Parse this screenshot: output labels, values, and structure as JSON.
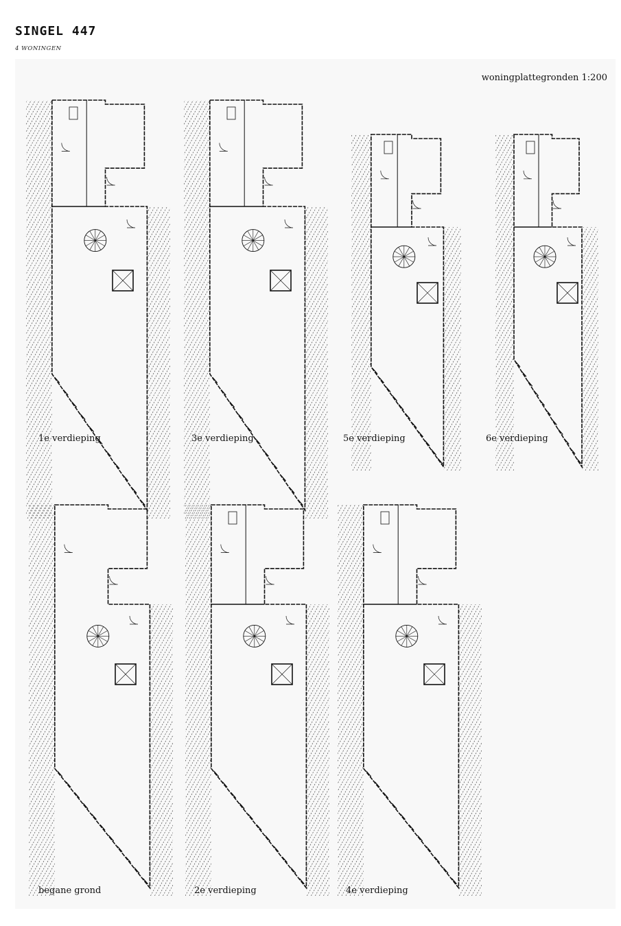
{
  "header": {
    "title": "SINGEL 447",
    "subtitle": "4 WONINGEN"
  },
  "sheet": {
    "scale_label": "woningplattegronden 1:200"
  },
  "plans": {
    "floor_1": {
      "label": "1e verdieping"
    },
    "floor_3": {
      "label": "3e verdieping"
    },
    "floor_5": {
      "label": "5e verdieping"
    },
    "floor_6": {
      "label": "6e verdieping"
    },
    "ground": {
      "label": "begane grond"
    },
    "floor_2": {
      "label": "2e verdieping"
    },
    "floor_4": {
      "label": "4e verdieping"
    }
  },
  "colors": {
    "ink": "#111111",
    "sheet": "#f8f8f8",
    "hatch": "#444444"
  }
}
